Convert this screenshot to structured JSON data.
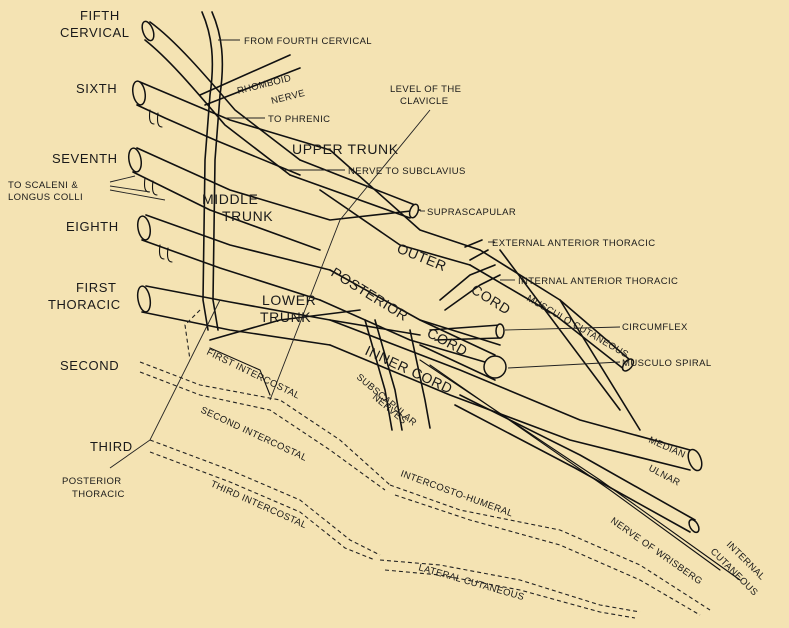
{
  "roots": {
    "fifth_line1": "FIFTH",
    "fifth_line2": "CERVICAL",
    "sixth": "SIXTH",
    "seventh": "SEVENTH",
    "eighth": "EIGHTH",
    "first_line1": "FIRST",
    "first_line2": "THORACIC",
    "second": "SECOND",
    "third": "THIRD"
  },
  "labels": {
    "from_fourth_cervical": "FROM FOURTH CERVICAL",
    "rhomboid": "RHOMBOID",
    "nerve": "NERVE",
    "to_phrenic": "TO PHRENIC",
    "level_clavicle_1": "LEVEL OF THE",
    "level_clavicle_2": "CLAVICLE",
    "upper_trunk": "UPPER TRUNK",
    "nerve_to_subclavius": "NERVE TO SUBCLAVIUS",
    "to_scaleni_1": "TO SCALENI &",
    "to_scaleni_2": "LONGUS COLLI",
    "middle_1": "MIDDLE",
    "middle_2": "TRUNK",
    "suprascapular": "SUPRASCAPULAR",
    "outer": "OUTER",
    "external_anterior_thoracic": "EXTERNAL ANTERIOR THORACIC",
    "posterior": "POSTERIOR",
    "cord_outer": "CORD",
    "internal_anterior_thoracic": "INTERNAL ANTERIOR THORACIC",
    "musculo_cutaneous": "MUSCULO CUTANEOUS",
    "lower_1": "LOWER",
    "lower_2": "TRUNK",
    "cord_posterior": "CORD",
    "circumflex": "CIRCUMFLEX",
    "inner_cord": "INNER CORD",
    "musculo_spiral": "MUSCULO SPIRAL",
    "first_intercostal": "FIRST INTERCOSTAL",
    "subscapular": "SUBSCAPULAR",
    "nerves": "NERVES",
    "second_intercostal": "SECOND INTERCOSTAL",
    "median": "MEDIAN",
    "intercosto_humeral": "INTERCOSTO-HUMERAL",
    "ulnar": "ULNAR",
    "posterior_thoracic_1": "POSTERIOR",
    "posterior_thoracic_2": "THORACIC",
    "third_intercostal": "THIRD INTERCOSTAL",
    "nerve_of_wrisberg": "NERVE OF WRISBERG",
    "internal_cutaneous_1": "INTERNAL",
    "internal_cutaneous_2": "CUTANEOUS",
    "lateral_cutaneous": "LATERAL CUTANEOUS"
  }
}
